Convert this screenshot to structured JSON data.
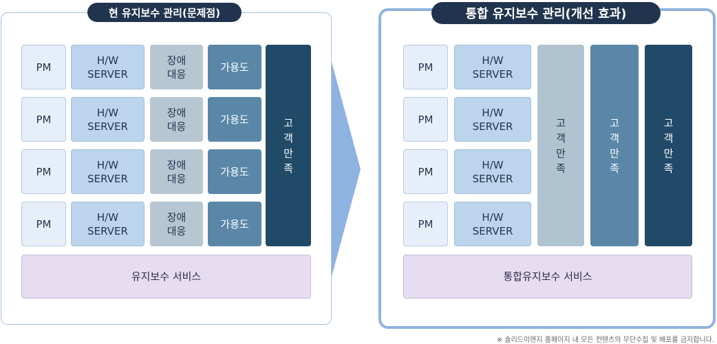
{
  "left": {
    "title": "현 유지보수 관리(문제점)",
    "rows": [
      {
        "pm": "PM",
        "hw": "H/W\nSERVER",
        "fault": "장애\n대응",
        "avail": "가용도"
      },
      {
        "pm": "PM",
        "hw": "H/W\nSERVER",
        "fault": "장애\n대응",
        "avail": "가용도"
      },
      {
        "pm": "PM",
        "hw": "H/W\nSERVER",
        "fault": "장애\n대응",
        "avail": "가용도"
      },
      {
        "pm": "PM",
        "hw": "H/W\nSERVER",
        "fault": "장애\n대응",
        "avail": "가용도"
      }
    ],
    "satisfaction": "고객만족",
    "service": "유지보수 서비스"
  },
  "right": {
    "title": "통합 유지보수 관리(개선 효과)",
    "rows": [
      {
        "pm": "PM",
        "hw": "H/W\nSERVER"
      },
      {
        "pm": "PM",
        "hw": "H/W\nSERVER"
      },
      {
        "pm": "PM",
        "hw": "H/W\nSERVER"
      },
      {
        "pm": "PM",
        "hw": "H/W\nSERVER"
      }
    ],
    "satisfaction": [
      "고객만족",
      "고객만족",
      "고객만족"
    ],
    "service": "통합유지보수 서비스"
  },
  "copyright": "※ 솔리드이엔지 홈페이지 내 모든 컨텐츠의 무단수집 및 배포를 금지합니다.",
  "colors": {
    "navy": "#21344e",
    "light_blue": "#bcd5ec",
    "gray_blue": "#b7c6d3",
    "steel_blue": "#5a87a8",
    "dark_teal": "#214a68",
    "lavender": "#e6ddf0",
    "arrow": "#8fb3e0"
  },
  "icons": {
    "arrow": "right-chevron-arrow"
  }
}
